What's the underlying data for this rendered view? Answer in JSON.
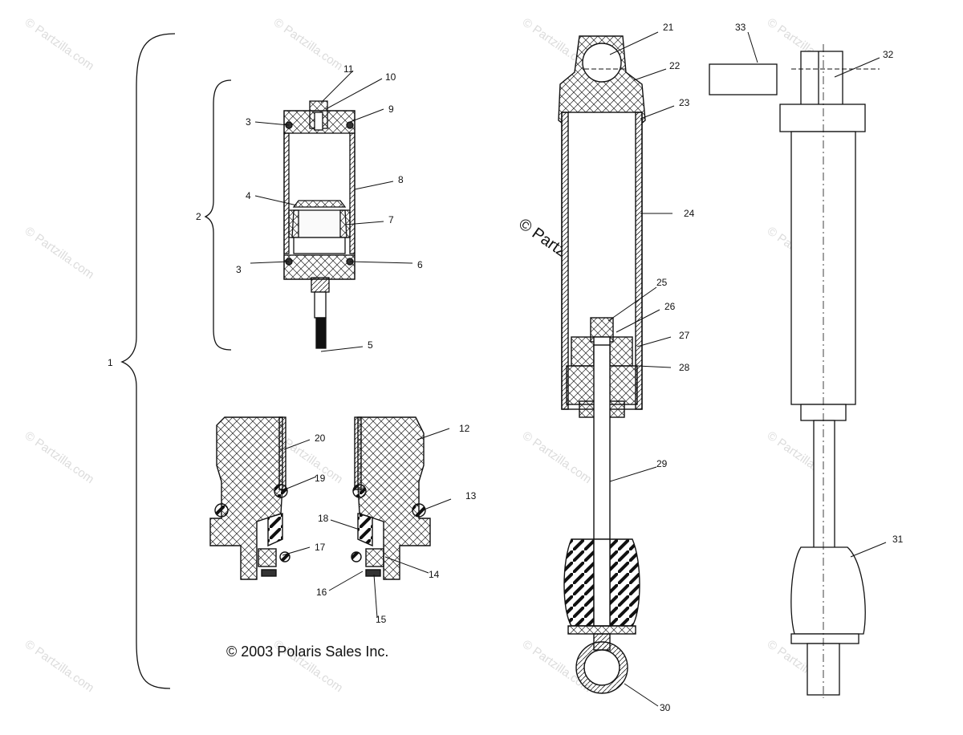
{
  "copyright": "© 2003 Polaris Sales Inc.",
  "watermark": "© Partzilla.com",
  "callouts": [
    "1",
    "2",
    "3",
    "3",
    "4",
    "5",
    "6",
    "7",
    "8",
    "9",
    "10",
    "11",
    "12",
    "13",
    "14",
    "15",
    "16",
    "17",
    "18",
    "19",
    "20",
    "21",
    "22",
    "23",
    "24",
    "25",
    "26",
    "27",
    "28",
    "29",
    "30",
    "31",
    "32",
    "33"
  ],
  "colors": {
    "line": "#111111",
    "watermark": "#dcdcdc",
    "fill_light": "#f4f4f4"
  }
}
